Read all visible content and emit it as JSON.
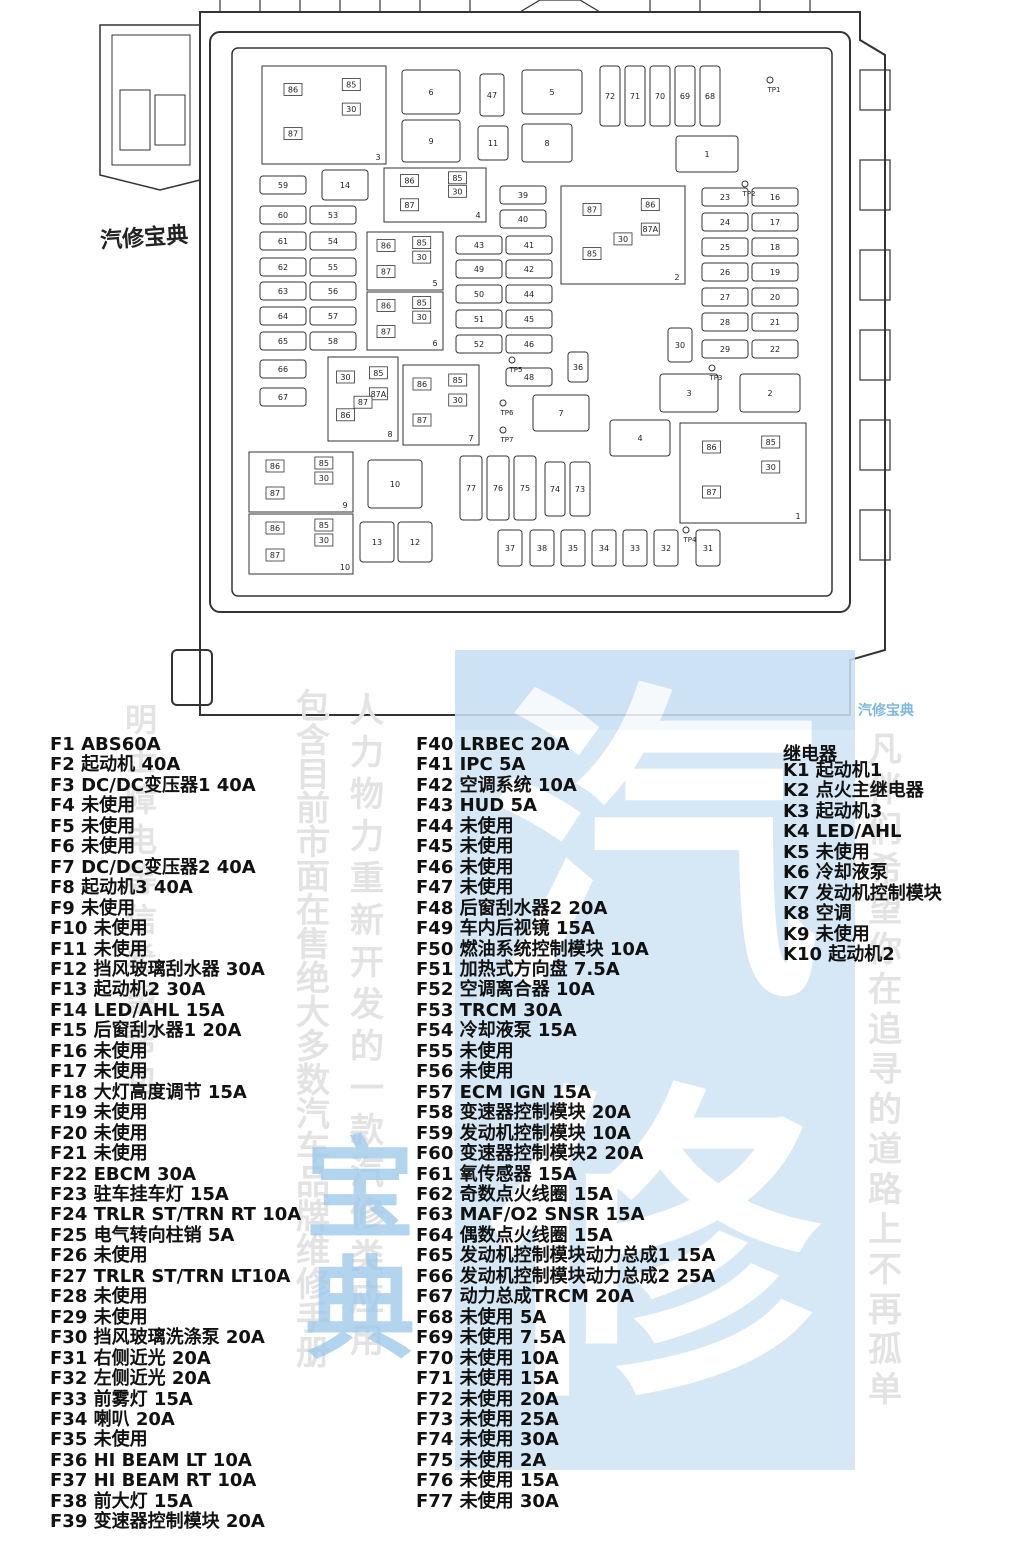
{
  "diagram": {
    "stamp": "汽修宝典",
    "corner_logo": "汽修宝典",
    "fuses": [
      {
        "n": "6"
      },
      {
        "n": "47"
      },
      {
        "n": "5"
      },
      {
        "n": "72"
      },
      {
        "n": "71"
      },
      {
        "n": "70"
      },
      {
        "n": "69"
      },
      {
        "n": "68"
      },
      {
        "n": "9"
      },
      {
        "n": "11"
      },
      {
        "n": "8"
      },
      {
        "n": "1"
      },
      {
        "n": "59"
      },
      {
        "n": "14"
      },
      {
        "n": "39"
      },
      {
        "n": "23"
      },
      {
        "n": "16"
      },
      {
        "n": "60"
      },
      {
        "n": "53"
      },
      {
        "n": "40"
      },
      {
        "n": "24"
      },
      {
        "n": "17"
      },
      {
        "n": "61"
      },
      {
        "n": "54"
      },
      {
        "n": "43"
      },
      {
        "n": "41"
      },
      {
        "n": "25"
      },
      {
        "n": "18"
      },
      {
        "n": "62"
      },
      {
        "n": "55"
      },
      {
        "n": "49"
      },
      {
        "n": "42"
      },
      {
        "n": "26"
      },
      {
        "n": "19"
      },
      {
        "n": "63"
      },
      {
        "n": "56"
      },
      {
        "n": "50"
      },
      {
        "n": "44"
      },
      {
        "n": "27"
      },
      {
        "n": "20"
      },
      {
        "n": "64"
      },
      {
        "n": "57"
      },
      {
        "n": "51"
      },
      {
        "n": "45"
      },
      {
        "n": "28"
      },
      {
        "n": "21"
      },
      {
        "n": "65"
      },
      {
        "n": "58"
      },
      {
        "n": "52"
      },
      {
        "n": "46"
      },
      {
        "n": "29"
      },
      {
        "n": "22"
      },
      {
        "n": "66"
      },
      {
        "n": "48"
      },
      {
        "n": "36"
      },
      {
        "n": "30"
      },
      {
        "n": "67"
      },
      {
        "n": "3"
      },
      {
        "n": "2"
      },
      {
        "n": "7"
      },
      {
        "n": "4"
      },
      {
        "n": "10"
      },
      {
        "n": "77"
      },
      {
        "n": "76"
      },
      {
        "n": "75"
      },
      {
        "n": "74"
      },
      {
        "n": "73"
      },
      {
        "n": "13"
      },
      {
        "n": "12"
      },
      {
        "n": "37"
      },
      {
        "n": "38"
      },
      {
        "n": "35"
      },
      {
        "n": "34"
      },
      {
        "n": "33"
      },
      {
        "n": "32"
      },
      {
        "n": "31"
      }
    ],
    "test_points": [
      "TP1",
      "TP2",
      "TP3",
      "TP4",
      "TP5",
      "TP6",
      "TP7"
    ],
    "relay_blocks": [
      {
        "no": "3",
        "pins": [
          "86",
          "87",
          "30",
          "85"
        ]
      },
      {
        "no": "4",
        "pins": [
          "86",
          "87",
          "30",
          "85"
        ]
      },
      {
        "no": "5",
        "pins": [
          "86",
          "87",
          "30",
          "85"
        ]
      },
      {
        "no": "6",
        "pins": [
          "86",
          "87",
          "30",
          "85"
        ]
      },
      {
        "no": "2",
        "pins": [
          "87",
          "85",
          "87A",
          "86",
          "30"
        ]
      },
      {
        "no": "8",
        "pins": [
          "30",
          "86",
          "87A",
          "85",
          "87"
        ]
      },
      {
        "no": "7",
        "pins": [
          "86",
          "87",
          "30",
          "85"
        ]
      },
      {
        "no": "9",
        "pins": [
          "86",
          "87",
          "30",
          "85"
        ]
      },
      {
        "no": "10",
        "pins": [
          "86",
          "87",
          "30",
          "85"
        ]
      },
      {
        "no": "1",
        "pins": [
          "86",
          "87",
          "30",
          "85"
        ]
      }
    ]
  },
  "watermarks": {
    "vertical_left": "明士障电等信希望帮包",
    "vertical_mid": "包含目前市面在售绝大多数汽车品牌维修手册",
    "vertical_right": "人力物力重新开发的一款汽修类应用",
    "vertical_far": "凡伴们希望你在追寻的道路上不再孤单",
    "big": "汽修",
    "mid": "宝典"
  },
  "legend": {
    "col1": [
      "F1 ABS60A",
      "F2 起动机 40A",
      "F3 DC/DC变压器1 40A",
      "F4 未使用",
      "F5 未使用",
      "F6 未使用",
      "F7 DC/DC变压器2 40A",
      "F8 起动机3 40A",
      "F9 未使用",
      "F10 未使用",
      "F11 未使用",
      "F12 挡风玻璃刮水器 30A",
      "F13 起动机2 30A",
      "F14 LED/AHL 15A",
      "F15 后窗刮水器1 20A",
      "F16 未使用",
      "F17 未使用",
      "F18 大灯高度调节 15A",
      "F19 未使用",
      "F20 未使用",
      "F21 未使用",
      "F22 EBCM 30A",
      "F23 驻车挂车灯 15A",
      "F24 TRLR ST/TRN RT 10A",
      "F25 电气转向柱销 5A",
      "F26 未使用",
      "F27 TRLR ST/TRN LT10A",
      "F28 未使用",
      "F29 未使用",
      "F30 挡风玻璃洗涤泵 20A",
      "F31 右侧近光 20A",
      "F32 左侧近光 20A",
      "F33 前雾灯 15A",
      "F34 喇叭 20A",
      "F35 未使用",
      "F36 HI BEAM LT 10A",
      "F37 HI BEAM RT 10A",
      "F38 前大灯 15A",
      "F39 变速器控制模块 20A"
    ],
    "col2": [
      "F40 LRBEC 20A",
      "F41 IPC 5A",
      "F42 空调系统 10A",
      "F43 HUD 5A",
      "F44 未使用",
      "F45 未使用",
      "F46 未使用",
      "F47 未使用",
      "F48 后窗刮水器2 20A",
      "F49 车内后视镜 15A",
      "F50 燃油系统控制模块 10A",
      "F51 加热式方向盘 7.5A",
      "F52 空调离合器 10A",
      "F53 TRCM 30A",
      "F54 冷却液泵 15A",
      "F55 未使用",
      "F56 未使用",
      "F57 ECM IGN 15A",
      "F58 变速器控制模块 20A",
      "F59 发动机控制模块 10A",
      "F60 变速器控制模块2 20A",
      "F61 氧传感器 15A",
      "F62 奇数点火线圈 15A",
      "F63 MAF/O2 SNSR 15A",
      "F64 偶数点火线圈 15A",
      "F65 发动机控制模块动力总成1 15A",
      "F66 发动机控制模块动力总成2 25A",
      "F67 动力总成TRCM 20A",
      "F68 未使用 5A",
      "F69 未使用 7.5A",
      "F70 未使用 10A",
      "F71 未使用 15A",
      "F72 未使用 20A",
      "F73 未使用 25A",
      "F74 未使用 30A",
      "F75 未使用 2A",
      "F76 未使用 15A",
      "F77 未使用 30A"
    ],
    "relay_title": "继电器",
    "relays": [
      "K1 起动机1",
      "K2 点火主继电器",
      "K3 起动机3",
      "K4 LED/AHL",
      "K5 未使用",
      "K6 冷却液泵",
      "K7 发动机控制模块",
      "K8 空调",
      "K9 未使用",
      "K10 起动机2"
    ]
  },
  "colors": {
    "watermark_blue": "#5aa6de",
    "line": "#333333"
  }
}
